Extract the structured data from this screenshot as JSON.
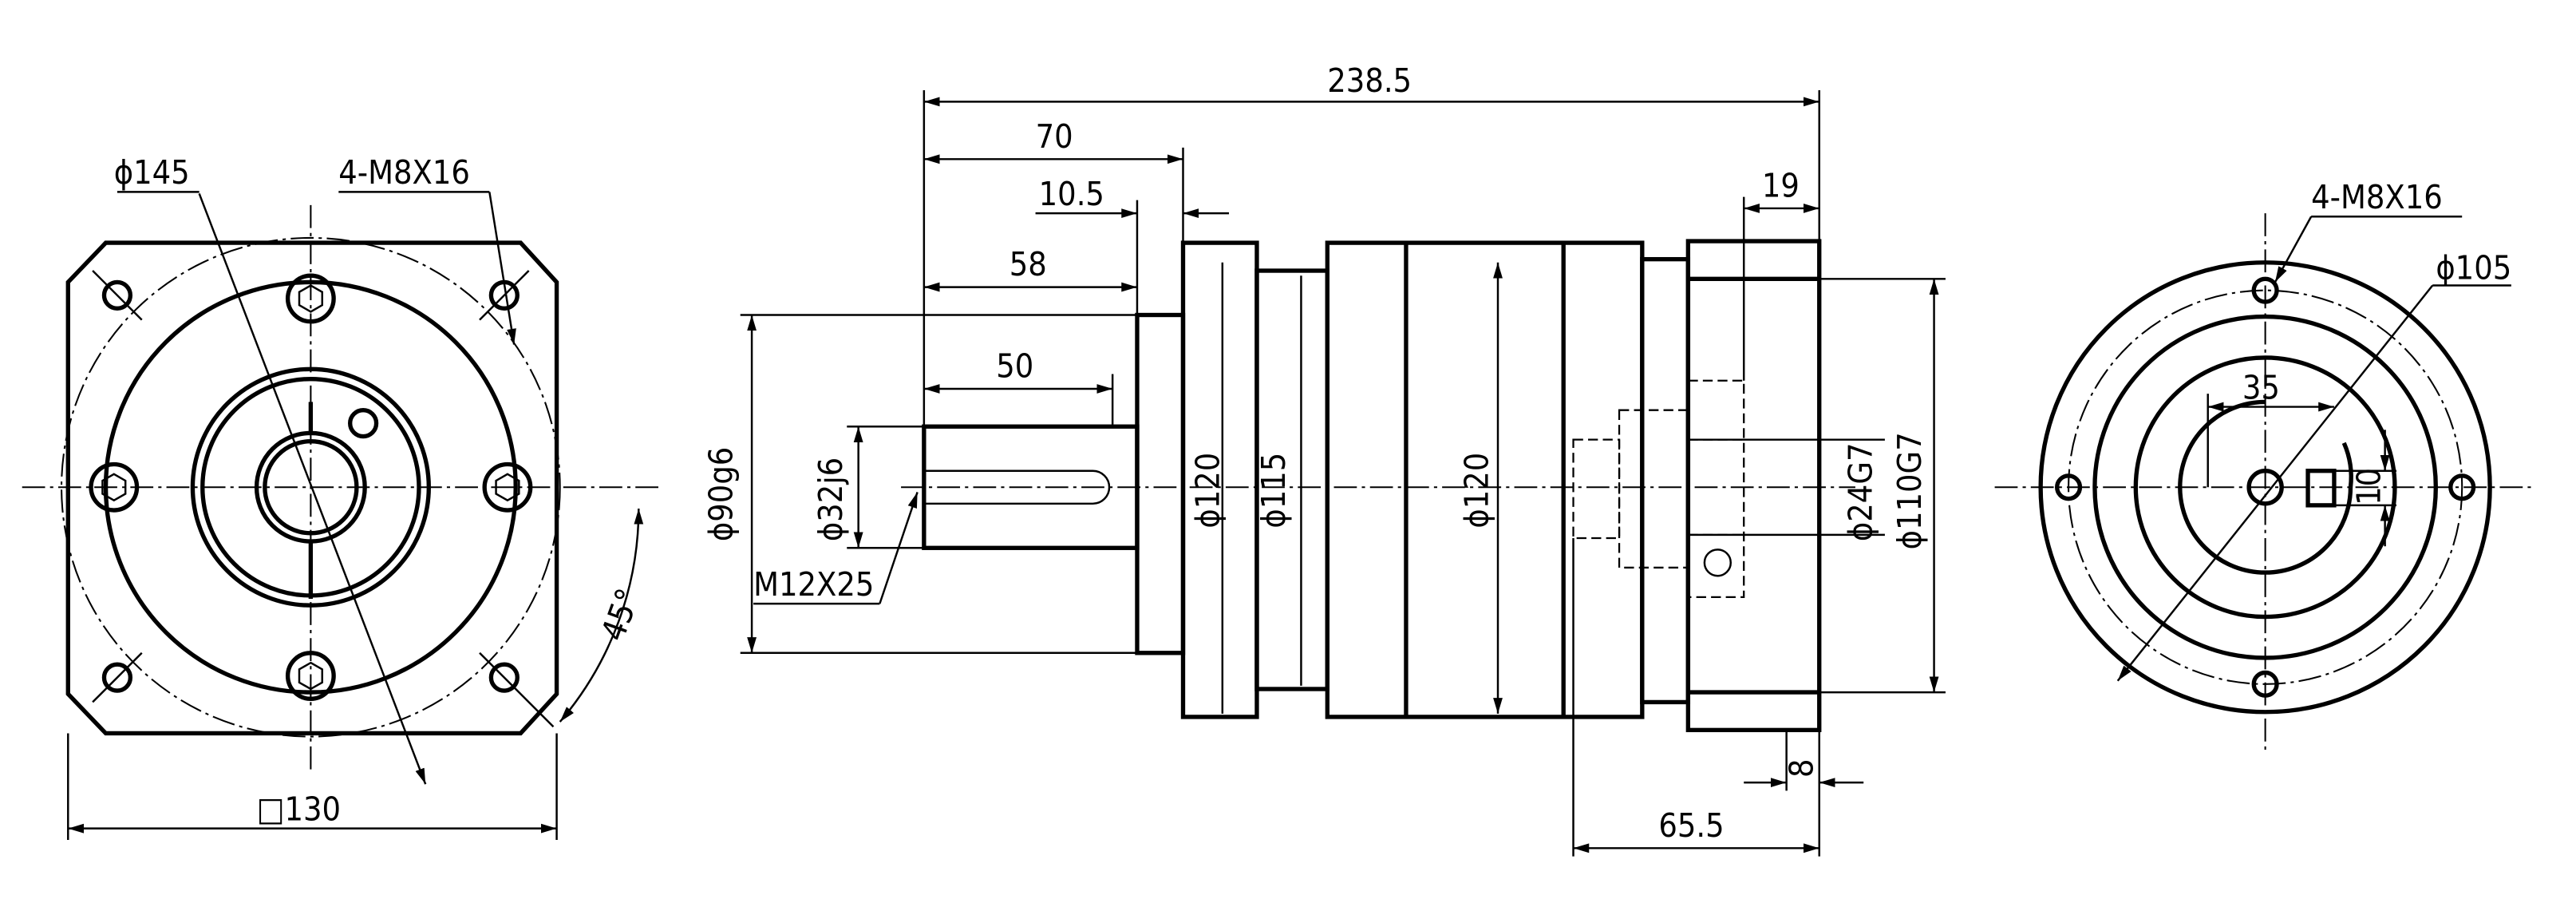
{
  "drawing": {
    "front_view": {
      "bolt_circle": "ϕ145",
      "thread_holes": "4-M8X16",
      "angle": "45°",
      "square": "□130"
    },
    "side_view": {
      "overall_length": "238.5",
      "shaft_to_flange": "70",
      "pilot_thickness": "10.5",
      "shaft_to_pilot": "58",
      "shaft_length": "50",
      "pilot_diameter": "ϕ90g6",
      "shaft_diameter": "ϕ32j6",
      "center_thread": "M12X25",
      "flange_diameter": "ϕ120",
      "neck_diameter": "ϕ115",
      "body_diameter": "ϕ120",
      "input_bore": "ϕ24G7",
      "input_pilot": "ϕ110G7",
      "input_flange_depth": "19",
      "input_step": "8",
      "input_length": "65.5"
    },
    "rear_view": {
      "thread_holes": "4-M8X16",
      "bolt_circle": "ϕ105",
      "offset": "35",
      "key_width": "10"
    }
  }
}
